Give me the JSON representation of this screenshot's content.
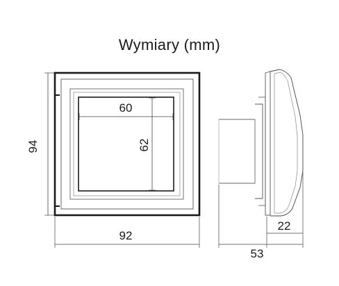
{
  "title": "Wymiary (mm)",
  "dimensions": {
    "inner_width": "60",
    "inner_height": "62",
    "outer_height": "94",
    "outer_width": "92",
    "depth_total": "53",
    "depth_front": "22"
  }
}
